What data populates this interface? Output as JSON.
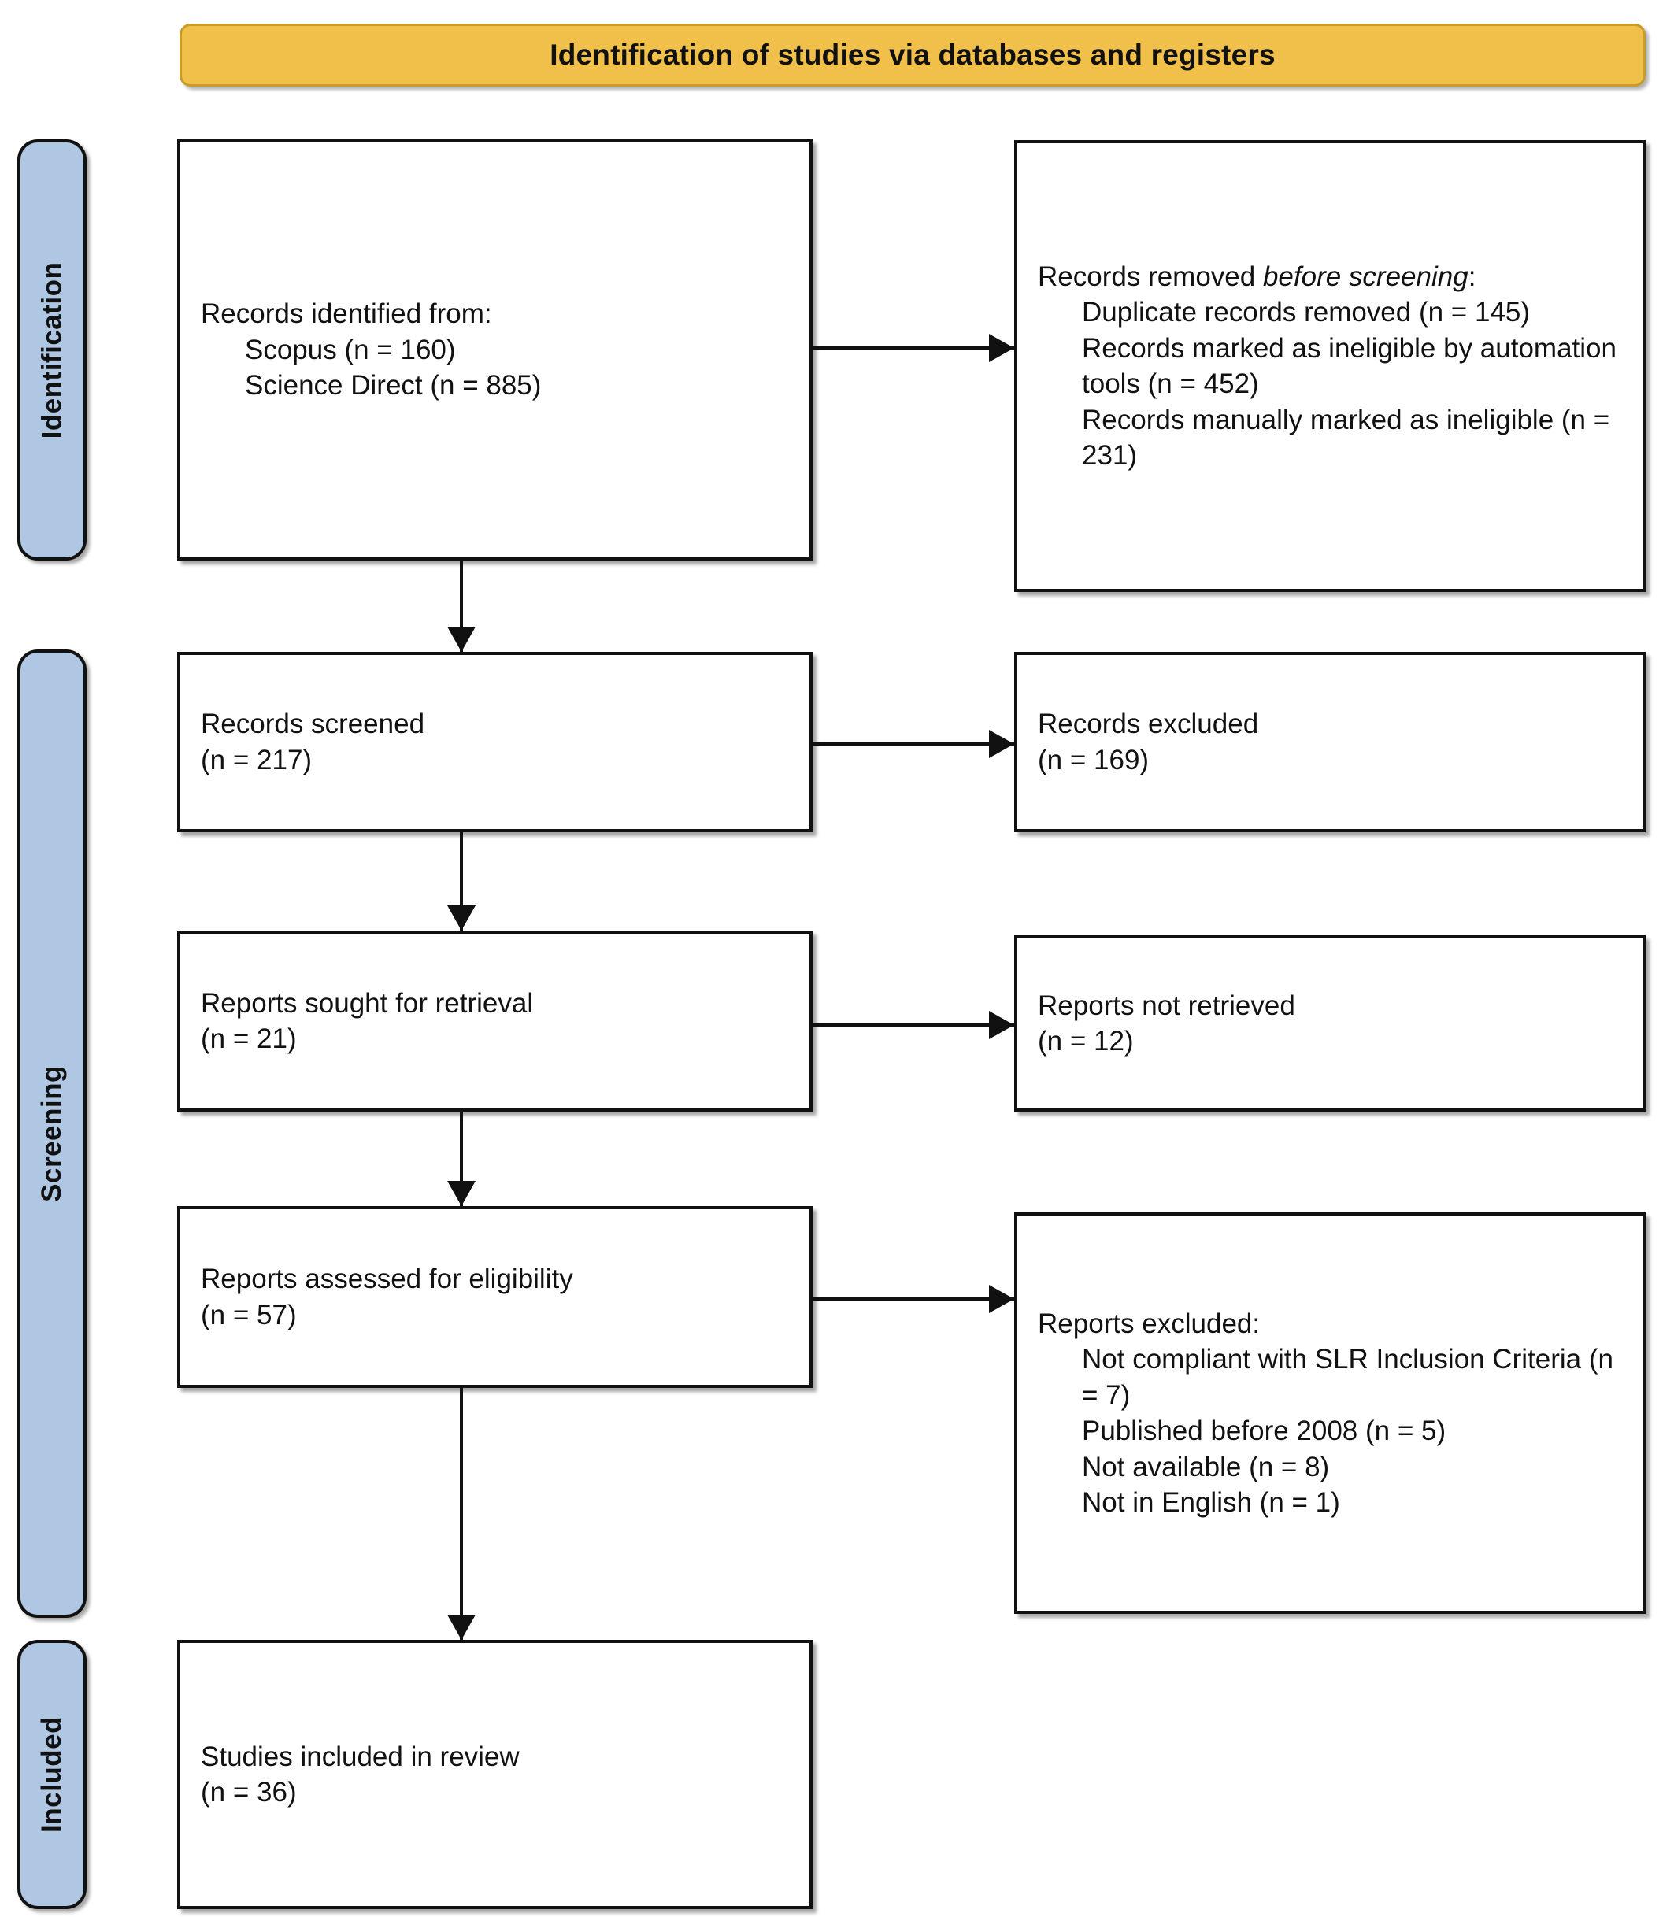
{
  "diagram": {
    "title": "Identification of studies via databases and registers",
    "colors": {
      "header_fill": "#F0C04A",
      "stage_tab_fill": "#AFC7E3",
      "box_fill": "#FFFFFF",
      "stroke": "#111111"
    }
  },
  "stages": [
    {
      "id": "identification",
      "label": "Identification"
    },
    {
      "id": "screening",
      "label": "Screening"
    },
    {
      "id": "included",
      "label": "Included"
    }
  ],
  "boxes": {
    "identified": {
      "lines": [
        "Records identified from:",
        "Scopus (n = 160)",
        "Science Direct (n = 885)"
      ]
    },
    "removed": {
      "heading_prefix": "Records removed ",
      "heading_italic": "before screening",
      "heading_suffix": ":",
      "items": [
        "Duplicate records removed (n = 145)",
        "Records marked as ineligible by automation tools (n = 452)",
        "Records manually marked as ineligible (n = 231)"
      ]
    },
    "screened": {
      "lines": [
        "Records screened",
        "(n = 217)"
      ]
    },
    "excluded_records": {
      "lines": [
        "Records excluded",
        "(n = 169)"
      ]
    },
    "sought": {
      "lines": [
        "Reports sought for retrieval",
        "(n = 21)"
      ]
    },
    "not_retrieved": {
      "lines": [
        "Reports not retrieved",
        "(n = 12)"
      ]
    },
    "assessed": {
      "lines": [
        "Reports assessed for eligibility",
        "(n = 57)"
      ]
    },
    "reports_excluded": {
      "heading": "Reports excluded:",
      "items": [
        "Not compliant with SLR Inclusion Criteria (n = 7)",
        "Published before 2008 (n = 5)",
        "Not available (n = 8)",
        "Not in English (n = 1)"
      ]
    },
    "included": {
      "lines": [
        "Studies included in review",
        "(n = 36)"
      ]
    }
  },
  "chart_data": {
    "type": "diagram",
    "subtype": "prisma-flow",
    "title": "Identification of studies via databases and registers",
    "stages": [
      "Identification",
      "Screening",
      "Included"
    ],
    "nodes": [
      {
        "id": "identified",
        "stage": "Identification",
        "column": "left",
        "label": "Records identified from",
        "counts": {
          "Scopus": 160,
          "Science Direct": 885
        }
      },
      {
        "id": "removed",
        "stage": "Identification",
        "column": "right",
        "label": "Records removed before screening",
        "counts": {
          "Duplicate records removed": 145,
          "Records marked as ineligible by automation tools": 452,
          "Records manually marked as ineligible": 231
        }
      },
      {
        "id": "screened",
        "stage": "Screening",
        "column": "left",
        "label": "Records screened",
        "n": 217
      },
      {
        "id": "excluded_records",
        "stage": "Screening",
        "column": "right",
        "label": "Records excluded",
        "n": 169
      },
      {
        "id": "sought",
        "stage": "Screening",
        "column": "left",
        "label": "Reports sought for retrieval",
        "n": 21
      },
      {
        "id": "not_retrieved",
        "stage": "Screening",
        "column": "right",
        "label": "Reports not retrieved",
        "n": 12
      },
      {
        "id": "assessed",
        "stage": "Screening",
        "column": "left",
        "label": "Reports assessed for eligibility",
        "n": 57
      },
      {
        "id": "reports_excluded",
        "stage": "Screening",
        "column": "right",
        "label": "Reports excluded",
        "counts": {
          "Not compliant with SLR Inclusion Criteria": 7,
          "Published before 2008": 5,
          "Not available": 8,
          "Not in English": 1
        }
      },
      {
        "id": "included",
        "stage": "Included",
        "column": "left",
        "label": "Studies included in review",
        "n": 36
      }
    ],
    "edges": [
      {
        "from": "identified",
        "to": "removed",
        "direction": "right"
      },
      {
        "from": "identified",
        "to": "screened",
        "direction": "down"
      },
      {
        "from": "screened",
        "to": "excluded_records",
        "direction": "right"
      },
      {
        "from": "screened",
        "to": "sought",
        "direction": "down"
      },
      {
        "from": "sought",
        "to": "not_retrieved",
        "direction": "right"
      },
      {
        "from": "sought",
        "to": "assessed",
        "direction": "down"
      },
      {
        "from": "assessed",
        "to": "reports_excluded",
        "direction": "right"
      },
      {
        "from": "assessed",
        "to": "included",
        "direction": "down"
      }
    ]
  }
}
